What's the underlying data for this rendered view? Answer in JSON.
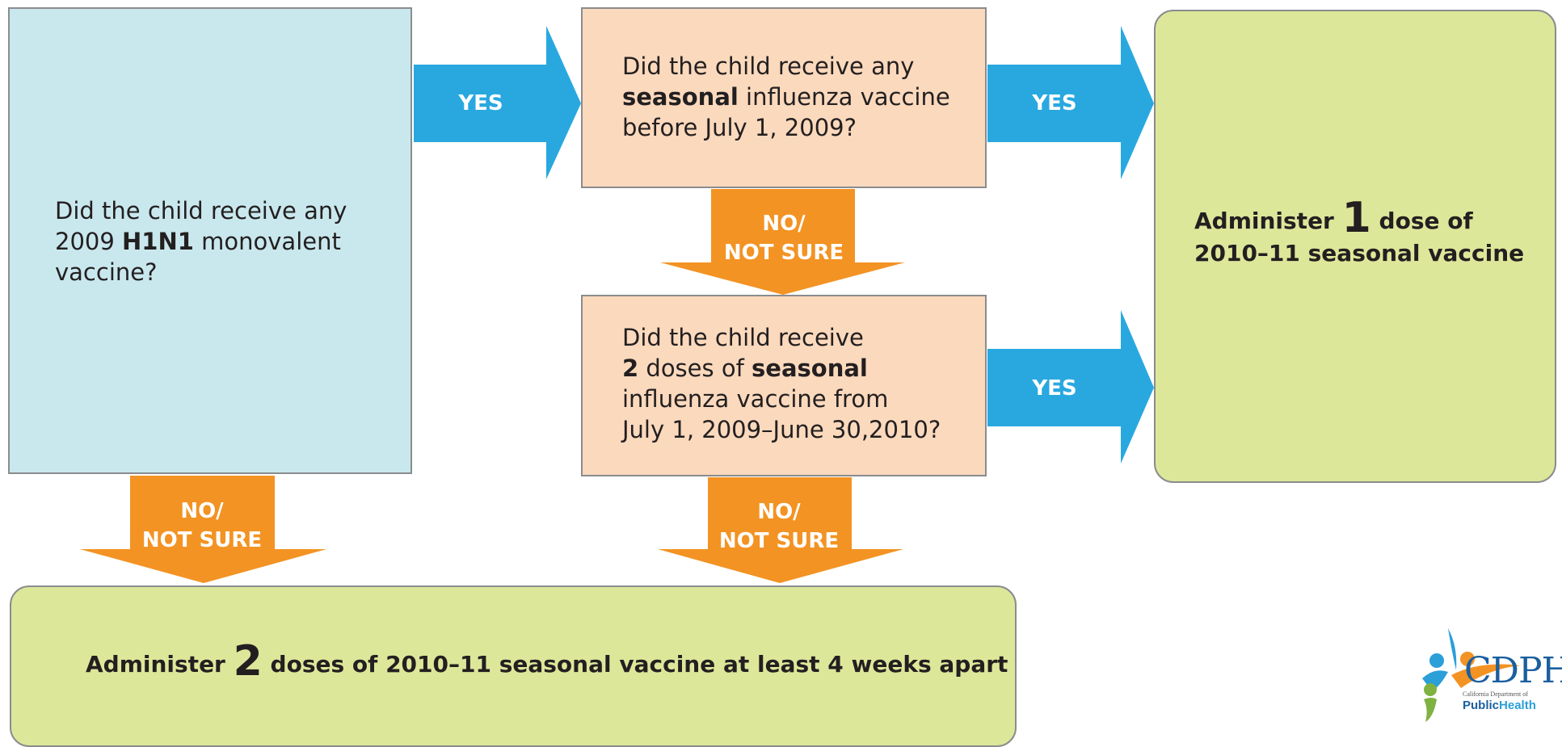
{
  "colors": {
    "blue_arrow": "#29a8e0",
    "orange_arrow": "#f39323",
    "question_blue": "#c9e8ee",
    "question_peach": "#fbd9bd",
    "result_green": "#dde79a"
  },
  "q1": {
    "line1": "Did the child receive any",
    "line2_pre": "2009 ",
    "line2_bold": "H1N1",
    "line2_post": " monovalent",
    "line3": "vaccine?"
  },
  "q2": {
    "line1": "Did the child receive any",
    "line2_bold": "seasonal",
    "line2_post": " influenza vaccine",
    "line3": "before July 1, 2009?"
  },
  "q3": {
    "line1": "Did the child receive",
    "line2_bold_num": "2",
    "line2_mid": " doses of ",
    "line2_bold": "seasonal",
    "line3": "influenza vaccine from",
    "line4": "July 1, 2009–June 30,2010?"
  },
  "arrows": {
    "yes1": "YES",
    "yes2": "YES",
    "yes3": "YES",
    "no1_line1": "NO/",
    "no1_line2": "NOT SURE",
    "no2_line1": "NO/",
    "no2_line2": "NOT SURE",
    "no3_line1": "NO/",
    "no3_line2": "NOT SURE"
  },
  "result1": {
    "pre": "Administer ",
    "num": "1",
    "post": " dose of",
    "line2": "2010–11 seasonal vaccine"
  },
  "result2": {
    "pre": "Administer ",
    "num": "2",
    "post": " doses of 2010–11 seasonal vaccine at least 4 weeks apart"
  },
  "logo": {
    "letters": "CDPH",
    "subtitle": "California Department of",
    "public": "Public",
    "health": "Health",
    "icon": "people-figures-icon"
  }
}
